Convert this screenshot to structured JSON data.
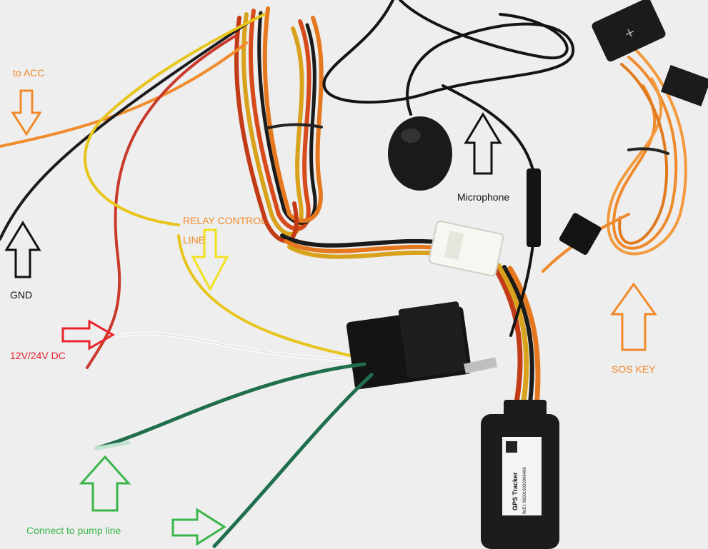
{
  "labels": {
    "to_acc": "to ACC",
    "gnd": "GND",
    "power": "12V/24V DC",
    "relay_line1": "RELAY CONTROL",
    "relay_line2": "LINE",
    "microphone": "Microphone",
    "sos_key": "SOS KEY",
    "pump_line": "Connect to pump line"
  },
  "device": {
    "name": "GPS Tracker",
    "imei": "IMEI: 860016020006406"
  },
  "colors": {
    "acc": "#f08a2a",
    "gnd": "#111111",
    "power": "#e8242c",
    "relay": "#f4e020",
    "microphone": "#111111",
    "sos": "#f08a2a",
    "pump": "#3ab54a"
  },
  "icons": {
    "acc_arrow": "arrow-down",
    "gnd_arrow": "arrow-up",
    "power_arrow": "arrow-right",
    "relay_arrow": "arrow-down",
    "mic_arrow": "arrow-up",
    "sos_arrow": "arrow-up",
    "pump_arrow_up": "arrow-up",
    "pump_arrow_right": "arrow-right"
  }
}
